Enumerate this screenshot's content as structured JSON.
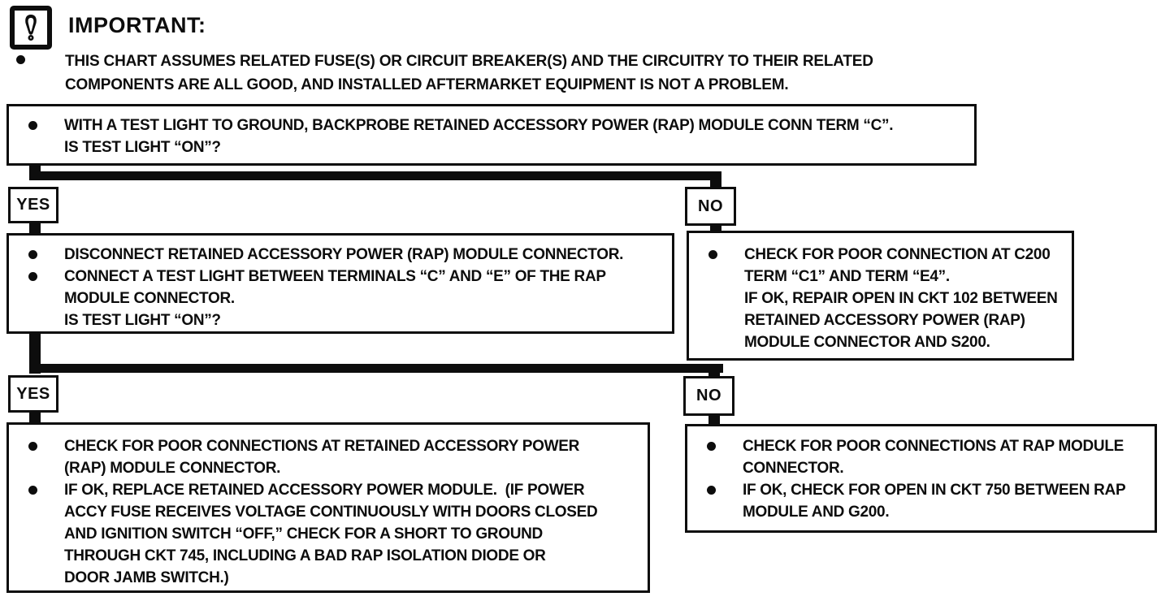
{
  "colors": {
    "ink": "#0d0d0d",
    "paper": "#ffffff"
  },
  "header": {
    "icon": "important-exclamation-icon",
    "title": "IMPORTANT:",
    "note": "THIS CHART ASSUMES RELATED FUSE(S) OR CIRCUIT BREAKER(S) AND THE CIRCUITRY TO THEIR RELATED\nCOMPONENTS ARE ALL GOOD, AND INSTALLED AFTERMARKET EQUIPMENT IS NOT A PROBLEM."
  },
  "labels": {
    "yes1": "YES",
    "no1": "NO",
    "yes2": "YES",
    "no2": "NO"
  },
  "boxes": {
    "question1": {
      "bullets": [
        "WITH A TEST LIGHT TO GROUND, BACKPROBE RETAINED ACCESSORY POWER (RAP) MODULE CONN TERM “C”.\nIS TEST LIGHT “ON”?"
      ]
    },
    "yes1_action": {
      "bullets": [
        "DISCONNECT RETAINED ACCESSORY POWER (RAP) MODULE CONNECTOR.",
        "CONNECT A TEST LIGHT BETWEEN TERMINALS “C” AND “E” OF THE RAP\nMODULE CONNECTOR.\nIS TEST LIGHT “ON”?"
      ]
    },
    "no1_action": {
      "bullets": [
        "CHECK FOR POOR CONNECTION AT C200\nTERM “C1” AND TERM “E4”.\nIF OK, REPAIR OPEN IN CKT 102 BETWEEN\nRETAINED ACCESSORY POWER (RAP)\nMODULE CONNECTOR AND S200."
      ]
    },
    "yes2_action": {
      "bullets": [
        "CHECK FOR POOR CONNECTIONS AT RETAINED ACCESSORY POWER\n(RAP) MODULE CONNECTOR.",
        "IF OK, REPLACE RETAINED ACCESSORY POWER MODULE.  (IF POWER\nACCY FUSE RECEIVES VOLTAGE CONTINUOUSLY WITH DOORS CLOSED\nAND IGNITION SWITCH “OFF,” CHECK FOR A SHORT TO GROUND\nTHROUGH CKT 745, INCLUDING A BAD RAP ISOLATION DIODE OR\nDOOR JAMB SWITCH.)"
      ]
    },
    "no2_action": {
      "bullets": [
        "CHECK FOR POOR CONNECTIONS AT RAP MODULE\nCONNECTOR.",
        "IF OK, CHECK FOR OPEN IN CKT 750 BETWEEN RAP\nMODULE AND G200."
      ]
    }
  }
}
